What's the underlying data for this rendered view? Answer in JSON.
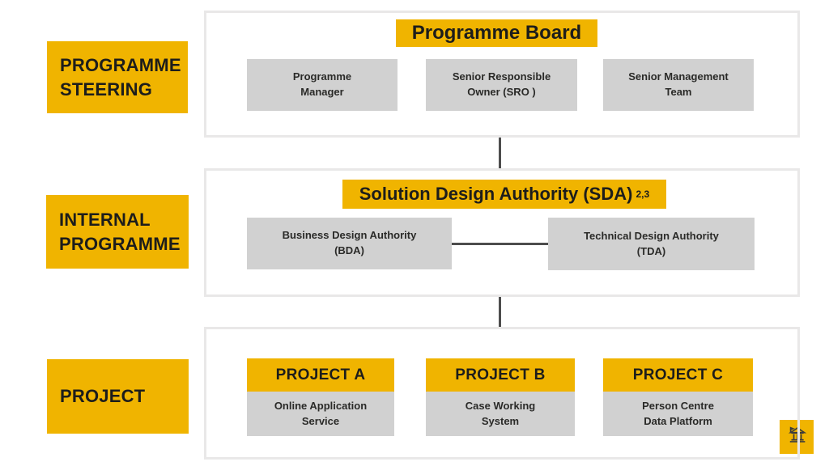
{
  "palette": {
    "accent_yellow": "#F0B400",
    "box_gray": "#D1D1D1",
    "frame_border": "#E9E8E8",
    "connector": "#4D4D4D",
    "text": "#1D1D1B"
  },
  "steering": {
    "side_label": "PROGRAMME\nSTEERING",
    "board_title": "Programme Board",
    "members": [
      "Programme\nManager",
      "Senior Responsible\nOwner (SRO )",
      "Senior Management\nTeam"
    ]
  },
  "internal": {
    "side_label": "INTERNAL\nPROGRAMME",
    "sda_title": "Solution Design Authority (SDA)",
    "sda_superscript": "2,3",
    "authorities": [
      "Business Design Authority\n(BDA)",
      "Technical Design Authority\n(TDA)"
    ]
  },
  "project": {
    "side_label": "PROJECT",
    "cards": [
      {
        "title": "PROJECT A",
        "subtitle": "Online Application\nService"
      },
      {
        "title": "PROJECT B",
        "subtitle": "Case Working\nSystem"
      },
      {
        "title": "PROJECT C",
        "subtitle": "Person Centre\nData Platform"
      }
    ]
  },
  "icons": {
    "corner_badge": "classical-building-icon"
  }
}
